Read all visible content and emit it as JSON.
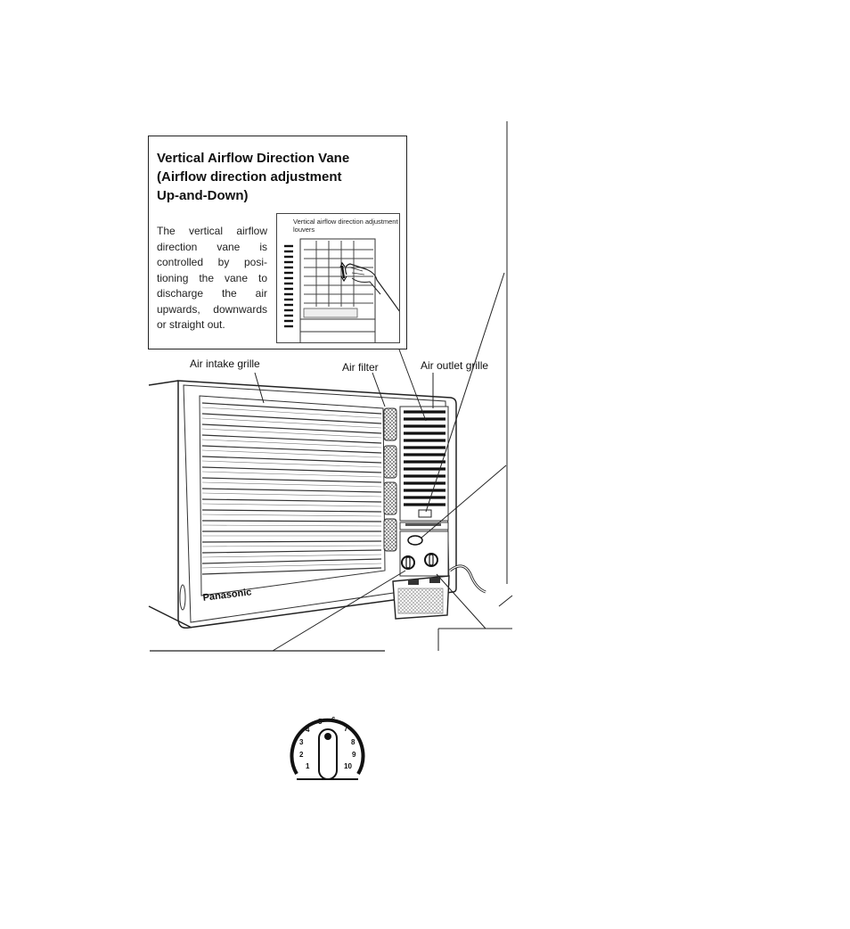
{
  "callout": {
    "title_line1": "Vertical Airflow Direction Vane",
    "title_line2": "(Airflow direction adjustment",
    "title_line3": "Up-and-Down)",
    "body": "The vertical airflow direction vane is controlled by posi-tioning the vane to discharge the air upwards, downwards or straight out.",
    "inset_label": "Vertical airflow direction adjustment louvers"
  },
  "labels": {
    "air_intake_grille": "Air intake grille",
    "air_filter": "Air filter",
    "air_outlet_grille": "Air outlet grille"
  },
  "brand": "Panasonic",
  "dial": {
    "numbers": [
      "1",
      "2",
      "3",
      "4",
      "5",
      "6",
      "7",
      "8",
      "9",
      "10"
    ]
  }
}
